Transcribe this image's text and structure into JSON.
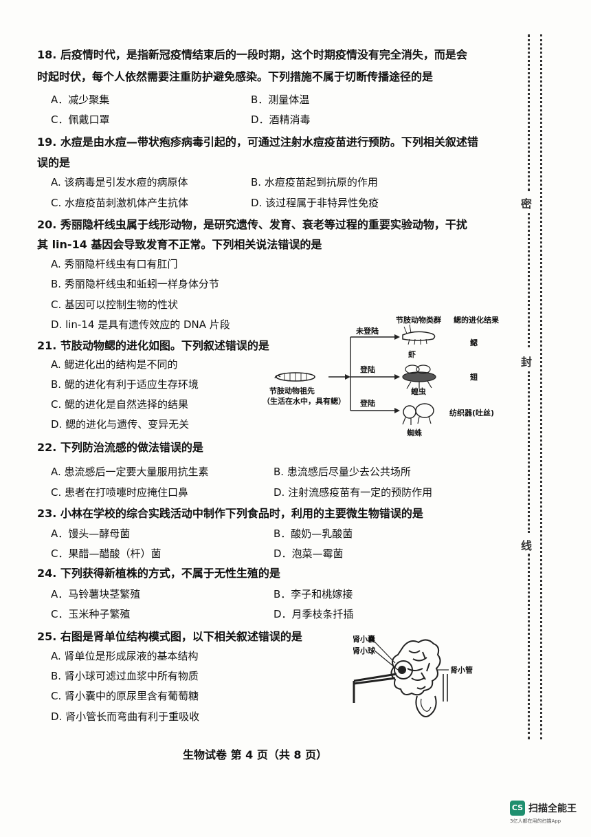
{
  "q18": {
    "line1": "18. 后疫情时代，是指新冠疫情结束后的一段时期，这个时期疫情没有完全消失，而是会",
    "line2": "时起时伏，每个人依然需要注重防护避免感染。下列措施不属于切断传播途径的是",
    "A": "A．减少聚集",
    "B": "B．测量体温",
    "C": "C．佩戴口罩",
    "D": "D．酒精消毒"
  },
  "q19": {
    "line1": "19. 水痘是由水痘—带状疱疹病毒引起的，可通过注射水痘疫苗进行预防。下列相关叙述错",
    "line2": "误的是",
    "A": "A. 该病毒是引发水痘的病原体",
    "B": "B. 水痘疫苗起到抗原的作用",
    "C": "C. 水痘疫苗刺激机体产生抗体",
    "D": "D. 该过程属于非特异性免疫"
  },
  "q20": {
    "line1": "20. 秀丽隐杆线虫属于线形动物，是研究遗传、发育、衰老等过程的重要实验动物，干扰",
    "line2": "其 lin-14 基因会导致发育不正常。下列相关说法错误的是",
    "A": "A. 秀丽隐杆线虫有口有肛门",
    "B": "B. 秀丽隐杆线虫和蚯蚓一样身体分节",
    "C": "C. 基因可以控制生物的性状",
    "D": "D. lin-14 是具有遗传效应的 DNA 片段"
  },
  "q21": {
    "line1": "21. 节肢动物鳃的进化如图。下列叙述错误的是",
    "A": "A. 鳃进化出的结构是不同的",
    "B": "B. 鳃的进化有利于适应生存环境",
    "C": "C. 鳃的进化是自然选择的结果",
    "D": "D. 鳃的进化与遗传、变异无关"
  },
  "diagram21": {
    "header_group": "节肢动物类群",
    "header_result": "鳃的进化结果",
    "ancestor": "节肢动物祖先",
    "ancestor_note": "（生活在水中，具有鳃）",
    "branch1": "未登陆",
    "branch2": "登陆",
    "branch3": "登陆",
    "animal1": "虾",
    "animal2": "蝗虫",
    "animal3": "蜘蛛",
    "result1": "鳃",
    "result2": "翅",
    "result3": "纺织器(吐丝)"
  },
  "q22": {
    "line1": "22. 下列防治流感的做法错误的是",
    "A": "A. 患流感后一定要大量服用抗生素",
    "B": "B. 患流感后尽量少去公共场所",
    "C": "C. 患者在打喷嚏时应掩住口鼻",
    "D": "D. 注射流感疫苗有一定的预防作用"
  },
  "q23": {
    "line1": "23. 小林在学校的综合实践活动中制作下列食品时，利用的主要微生物错误的是",
    "A": "A．馒头—酵母菌",
    "B": "B．酸奶—乳酸菌",
    "C": "C．果醋—醋酸（杆）菌",
    "D": "D．泡菜—霉菌"
  },
  "q24": {
    "line1": "24. 下列获得新植株的方式，不属于无性生殖的是",
    "A": "A．马铃薯块茎繁殖",
    "B": "B．李子和桃嫁接",
    "C": "C．玉米种子繁殖",
    "D": "D．月季枝条扦插"
  },
  "q25": {
    "line1": "25. 右图是肾单位结构模式图，以下相关叙述错误的是",
    "A": "A. 肾单位是形成尿液的基本结构",
    "B": "B. 肾小球可滤过血浆中所有物质",
    "C": "C. 肾小囊中的原尿里含有葡萄糖",
    "D": "D. 肾小管长而弯曲有利于重吸收"
  },
  "diagram25": {
    "label1": "肾小囊",
    "label2": "肾小球",
    "label3": "肾小管"
  },
  "margin": {
    "mi": "密",
    "feng": "封",
    "xian": "线"
  },
  "footer": "生物试卷  第 4 页（共 8 页）",
  "logo": {
    "badge": "CS",
    "name": "扫描全能王",
    "tagline": "3亿人都在用的扫描App"
  }
}
